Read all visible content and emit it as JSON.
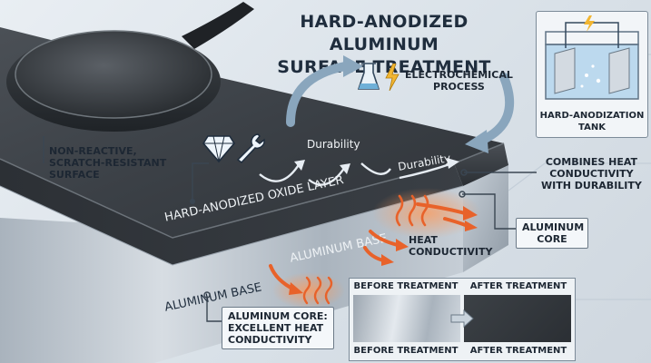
{
  "title": {
    "line1": "HARD-ANODIZED ALUMINUM",
    "line2": "SURFACE TREATMENT"
  },
  "process": {
    "label_line1": "ELECTROCHEMICAL",
    "label_line2": "PROCESS"
  },
  "tank": {
    "label_line1": "HARD-ANODIZATION",
    "label_line2": "TANK"
  },
  "callouts": {
    "surface": {
      "line1": "NON-REACTIVE,",
      "line2": "SCRATCH-RESISTANT",
      "line3": "SURFACE"
    },
    "combines": {
      "line1": "COMBINES HEAT",
      "line2": "CONDUCTIVITY",
      "line3": "WITH DURABILITY"
    },
    "core_right": {
      "line1": "ALUMINUM",
      "line2": "CORE"
    },
    "core_bottom": {
      "line1": "ALUMINUM CORE:",
      "line2": "EXCELLENT HEAT",
      "line3": "CONDUCTIVITY"
    }
  },
  "slab": {
    "durability_1": "Durability",
    "durability_2": "Durability",
    "oxide_layer": "HARD-ANODIZED OXIDE LAYER",
    "base_1": "ALUMINUM BASE",
    "base_2": "ALUMINUM BASE",
    "heat_line1": "HEAT",
    "heat_line2": "CONDUCTIVITY"
  },
  "comparison": {
    "before_top": "BEFORE TREATMENT",
    "after_top": "AFTER TREATMENT",
    "before_bottom": "BEFORE TREATMENT",
    "after_bottom": "AFTER TREATMENT"
  },
  "colors": {
    "heat": "#e8622a",
    "arrow_blue": "#8aa6bd",
    "oxide": "#3a3f45",
    "aluminum": "#b9c2cb"
  }
}
